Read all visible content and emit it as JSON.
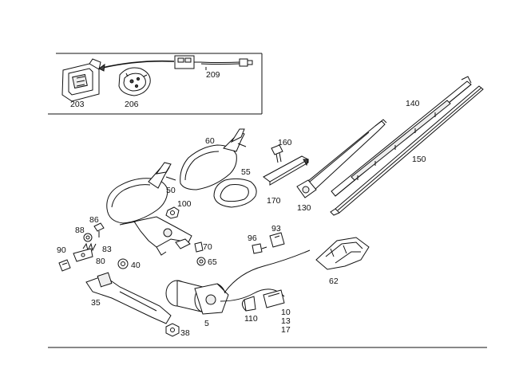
{
  "labels": {
    "p203": "203",
    "p206": "206",
    "p209": "209",
    "p140": "140",
    "p150": "150",
    "p160": "160",
    "p60": "60",
    "p55": "55",
    "p170": "170",
    "p130": "130",
    "p50": "50",
    "p100": "100",
    "p86": "86",
    "p88": "88",
    "p83": "83",
    "p90": "90",
    "p80": "80",
    "p40": "40",
    "p70": "70",
    "p65": "65",
    "p93": "93",
    "p96": "96",
    "p62": "62",
    "p35": "35",
    "p5": "5",
    "p38": "38",
    "p110": "110",
    "p10": "10",
    "p13": "13",
    "p17": "17"
  }
}
